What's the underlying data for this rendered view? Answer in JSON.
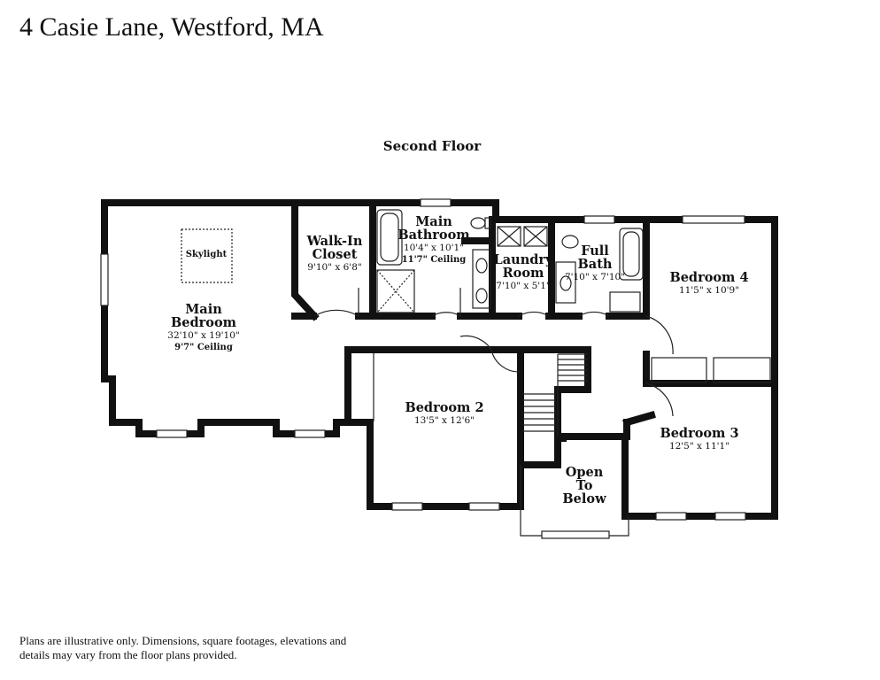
{
  "header": {
    "address": "4 Casie Lane, Westford, MA"
  },
  "plan": {
    "floor_title": "Second Floor",
    "skylight": "Skylight",
    "rooms": {
      "main_bedroom": {
        "name": "Main\nBedroom",
        "dims": "32'10\" x 19'10\"",
        "ceiling": "9'7\" Ceiling"
      },
      "walk_in_closet": {
        "name": "Walk-In\nCloset",
        "dims": "9'10\" x 6'8\""
      },
      "main_bathroom": {
        "name": "Main\nBathroom",
        "dims": "10'4\" x 10'1\"",
        "ceiling": "11'7\" Ceiling"
      },
      "laundry_room": {
        "name": "Laundry\nRoom",
        "dims": "7'10\" x 5'1\""
      },
      "full_bath": {
        "name": "Full\nBath",
        "dims": "7'10\" x 7'10\""
      },
      "bedroom_4": {
        "name": "Bedroom 4",
        "dims": "11'5\" x 10'9\""
      },
      "bedroom_2": {
        "name": "Bedroom 2",
        "dims": "13'5\" x 12'6\""
      },
      "bedroom_3": {
        "name": "Bedroom 3",
        "dims": "12'5\" x 11'1\""
      },
      "open_to_below": {
        "name": "Open\nTo\nBelow"
      }
    }
  },
  "footer": {
    "disclaimer": "Plans are illustrative only. Dimensions, square footages, elevations and details may vary from the floor plans provided."
  }
}
